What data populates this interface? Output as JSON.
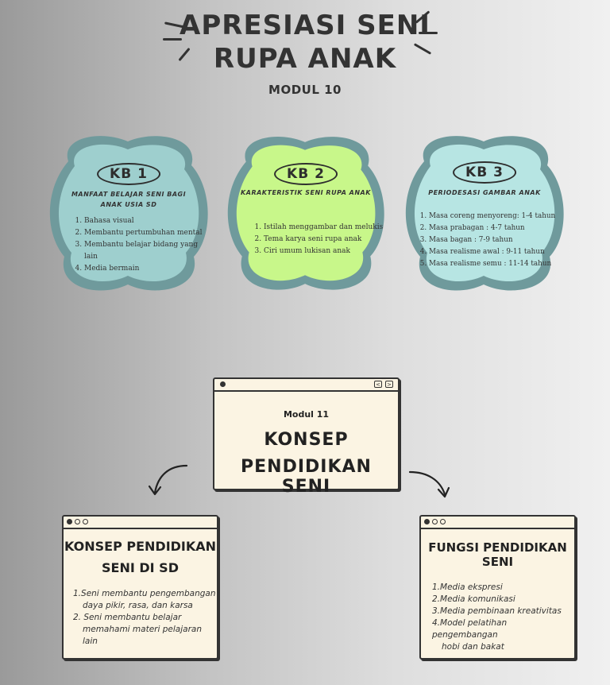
{
  "header": {
    "title_line1": "APRESIASI SENI",
    "title_line2": "RUPA ANAK",
    "subtitle": "MODUL 10"
  },
  "kb_cards": [
    {
      "badge": "KB 1",
      "heading": "MANFAAT BELAJAR SENI BAGI ANAK USIA SD",
      "items": [
        "Bahasa visual",
        "Membantu pertumbuhan mental",
        "Membantu belajar bidang yang lain",
        "Media bermain"
      ],
      "color": "#9ecfce"
    },
    {
      "badge": "KB 2",
      "heading": "KARAKTERISTIK SENI RUPA ANAK",
      "items": [
        "Istilah menggambar dan melukis",
        "Tema karya seni rupa anak",
        "Ciri umum lukisan anak"
      ],
      "color": "#c8f78a"
    },
    {
      "badge": "KB 3",
      "heading": "PERIODESASI GAMBAR ANAK",
      "items": [
        "Masa coreng menyoreng: 1-4 tahun",
        "Masa prabagan : 4-7 tahun",
        "Masa bagan : 7-9 tahun",
        "Masa realisme awal : 9-11 tahun",
        "Masa realisme semu : 11-14 tahun"
      ],
      "color": "#b7e5e3"
    }
  ],
  "main_window": {
    "small_label": "Modul 11",
    "title_line1": "KONSEP",
    "title_line2": "PENDIDIKAN SENI",
    "nav_prev": "<",
    "nav_next": ">"
  },
  "left_window": {
    "title_line1": "KONSEP PENDIDIKAN",
    "title_line2": "SENI DI SD",
    "items": [
      {
        "num": "1.",
        "text": "Seni membantu pengembangan",
        "cont": "daya pikir, rasa, dan karsa"
      },
      {
        "num": "2.",
        "text": " Seni membantu belajar",
        "cont": "memahami materi pelajaran lain"
      }
    ]
  },
  "right_window": {
    "title": "FUNGSI PENDIDIKAN SENI",
    "items": [
      {
        "num": "1.",
        "text": "Media ekspresi",
        "cont": ""
      },
      {
        "num": "2.",
        "text": "Media komunikasi",
        "cont": ""
      },
      {
        "num": "3.",
        "text": "Media pembinaan kreativitas",
        "cont": ""
      },
      {
        "num": "4.",
        "text": "Model pelatihan pengembangan",
        "cont": "hobi dan bakat"
      }
    ]
  },
  "colors": {
    "ink": "#333333",
    "window_fill": "#fbf4e3",
    "blob_border": "#6f9a9c"
  }
}
